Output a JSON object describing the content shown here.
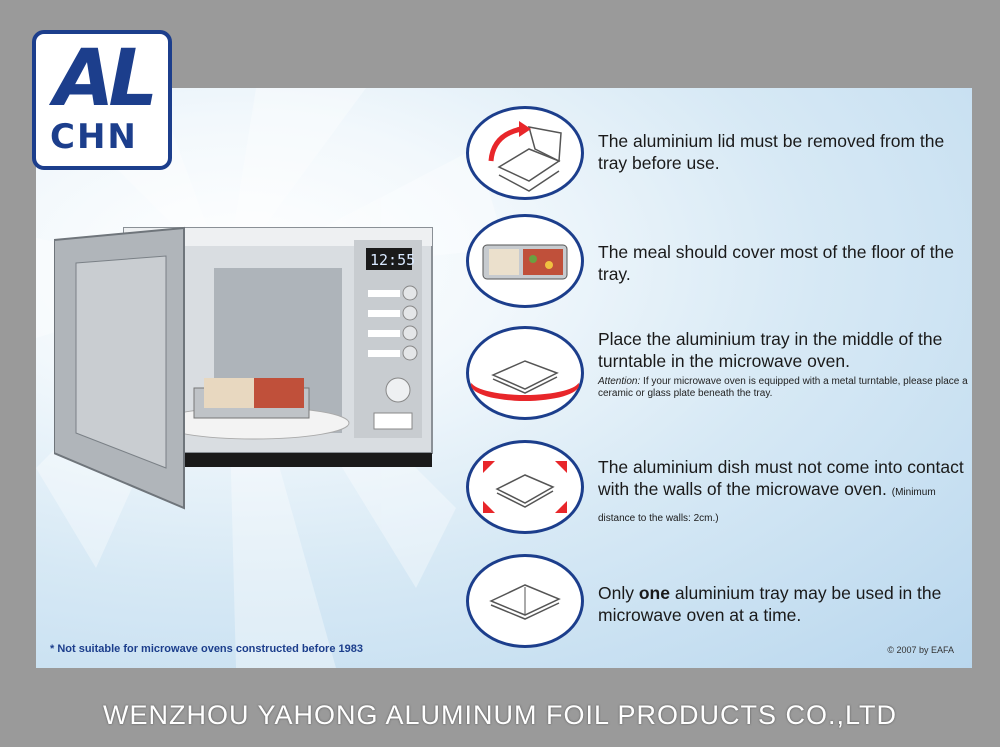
{
  "logo": {
    "mark": "AL",
    "sub": "CHN"
  },
  "display_time": "12:55",
  "steps": [
    {
      "text": "The aluminium lid must be removed from the tray before use."
    },
    {
      "text": "The meal should cover most of the floor of the tray."
    },
    {
      "text": "Place the aluminium tray in the middle of the turntable in the microwave oven.",
      "note_label": "Attention:",
      "note": "If your microwave oven is equipped with a metal turntable, please place a ceramic or glass plate beneath the tray."
    },
    {
      "text": "The aluminium dish must not come into contact with the walls of the microwave oven.",
      "note": "(Minimum distance to the walls: 2cm.)"
    },
    {
      "text_pre": "Only",
      "text_bold": "one",
      "text_post": "aluminium tray may be used in the microwave oven at a time."
    }
  ],
  "footnote": "* Not suitable for microwave ovens constructed before 1983",
  "copyright": "© 2007 by EAFA",
  "company": "WENZHOU YAHONG ALUMINUM FOIL PRODUCTS CO.,LTD",
  "colors": {
    "brand_blue": "#1c3e8c",
    "arrow_red": "#e8262a",
    "page_gray": "#9a9a9a"
  }
}
